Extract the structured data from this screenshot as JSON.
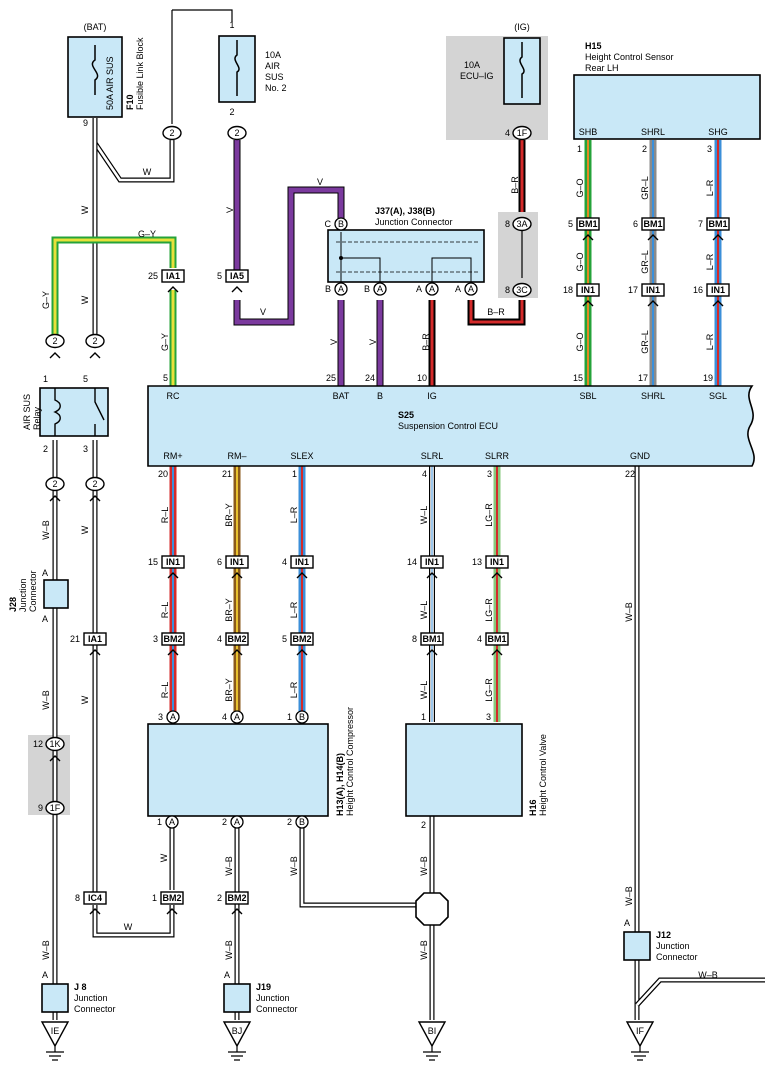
{
  "components": {
    "f10": {
      "ref": "F10",
      "name": "Fusible Link Block",
      "fuse": "50A AIR SUS",
      "source": "(BAT)",
      "pin": "9"
    },
    "fuse_air_sus2": {
      "rating": "10A",
      "name1": "AIR",
      "name2": "SUS",
      "name3": "No. 2",
      "pin_top": "1",
      "pin_bot": "2"
    },
    "fuse_ecu_ig": {
      "source": "(IG)",
      "rating": "10A",
      "name": "ECU–IG"
    },
    "h15": {
      "ref": "H15",
      "name1": "Height Control Sensor",
      "name2": "Rear LH",
      "pins": [
        "SHB",
        "SHRL",
        "SHG"
      ],
      "nums": [
        "1",
        "2",
        "3"
      ]
    },
    "j37": {
      "ref": "J37(A), J38(B)",
      "name": "Junction Connector"
    },
    "relay": {
      "name1": "AIR SUS",
      "name2": "Relay",
      "pins": [
        "1",
        "5",
        "2",
        "3"
      ]
    },
    "s25": {
      "ref": "S25",
      "name": "Suspension Control ECU",
      "top_labels": [
        "RC",
        "BAT",
        "B",
        "IG",
        "SBL",
        "SHRL",
        "SGL"
      ],
      "top_nums": [
        "5",
        "25",
        "24",
        "10",
        "15",
        "17",
        "19"
      ],
      "bottom_labels": [
        "RM+",
        "RM–",
        "SLEX",
        "SLRL",
        "SLRR",
        "GND"
      ],
      "bottom_nums": [
        "20",
        "21",
        "1",
        "4",
        "3",
        "22"
      ]
    },
    "j28": {
      "ref": "J28",
      "name1": "Junction",
      "name2": "Connector",
      "pin": "A"
    },
    "h13": {
      "ref": "H13(A), H14(B)",
      "name": "Height Control Compressor"
    },
    "h16": {
      "ref": "H16",
      "name": "Height Control Valve"
    },
    "j8": {
      "ref": "J 8",
      "name1": "Junction",
      "name2": "Connector",
      "pin": "A"
    },
    "j19": {
      "ref": "J19",
      "name1": "Junction",
      "name2": "Connector",
      "pin": "A"
    },
    "j12": {
      "ref": "J12",
      "name1": "Junction",
      "name2": "Connector",
      "pin": "A"
    }
  },
  "grounds": [
    "IE",
    "BJ",
    "BI",
    "IF"
  ],
  "wire_colors": {
    "w": "W",
    "v": "V",
    "gy": "G–Y",
    "br": "B–R",
    "go": "G–O",
    "grl": "GR–L",
    "lr": "L–R",
    "rl": "R–L",
    "bry": "BR–Y",
    "wl": "W–L",
    "lgr": "LG–R",
    "wb": "W–B"
  },
  "connectors": {
    "c2": "2",
    "ia1": "IA1",
    "ia5": "IA5",
    "c1f": "1F",
    "c3a": "3A",
    "c3c": "3C",
    "bm1": "BM1",
    "in1": "IN1",
    "bm2": "BM2",
    "c1k": "1K",
    "ic4": "IC4",
    "a": "A",
    "b": "B",
    "c": "C"
  },
  "numbers": {
    "n1": "1",
    "n2": "2",
    "n3": "3",
    "n4": "4",
    "n5": "5",
    "n6": "6",
    "n7": "7",
    "n8": "8",
    "n9": "9",
    "n10": "10",
    "n12": "12",
    "n13": "13",
    "n14": "14",
    "n15": "15",
    "n16": "16",
    "n17": "17",
    "n18": "18",
    "n21": "21",
    "n25": "25"
  },
  "colors": {
    "box": "#c9e8f7",
    "violet": "#7b3a9e",
    "green": "#25a33a",
    "yellow": "#e8e03a",
    "red": "#d42a2a",
    "blue": "#3b8fd9",
    "orange": "#e28a22",
    "gray": "#8a8a8a",
    "lgreen": "#87c97c",
    "shade": "#d4d4d4"
  }
}
